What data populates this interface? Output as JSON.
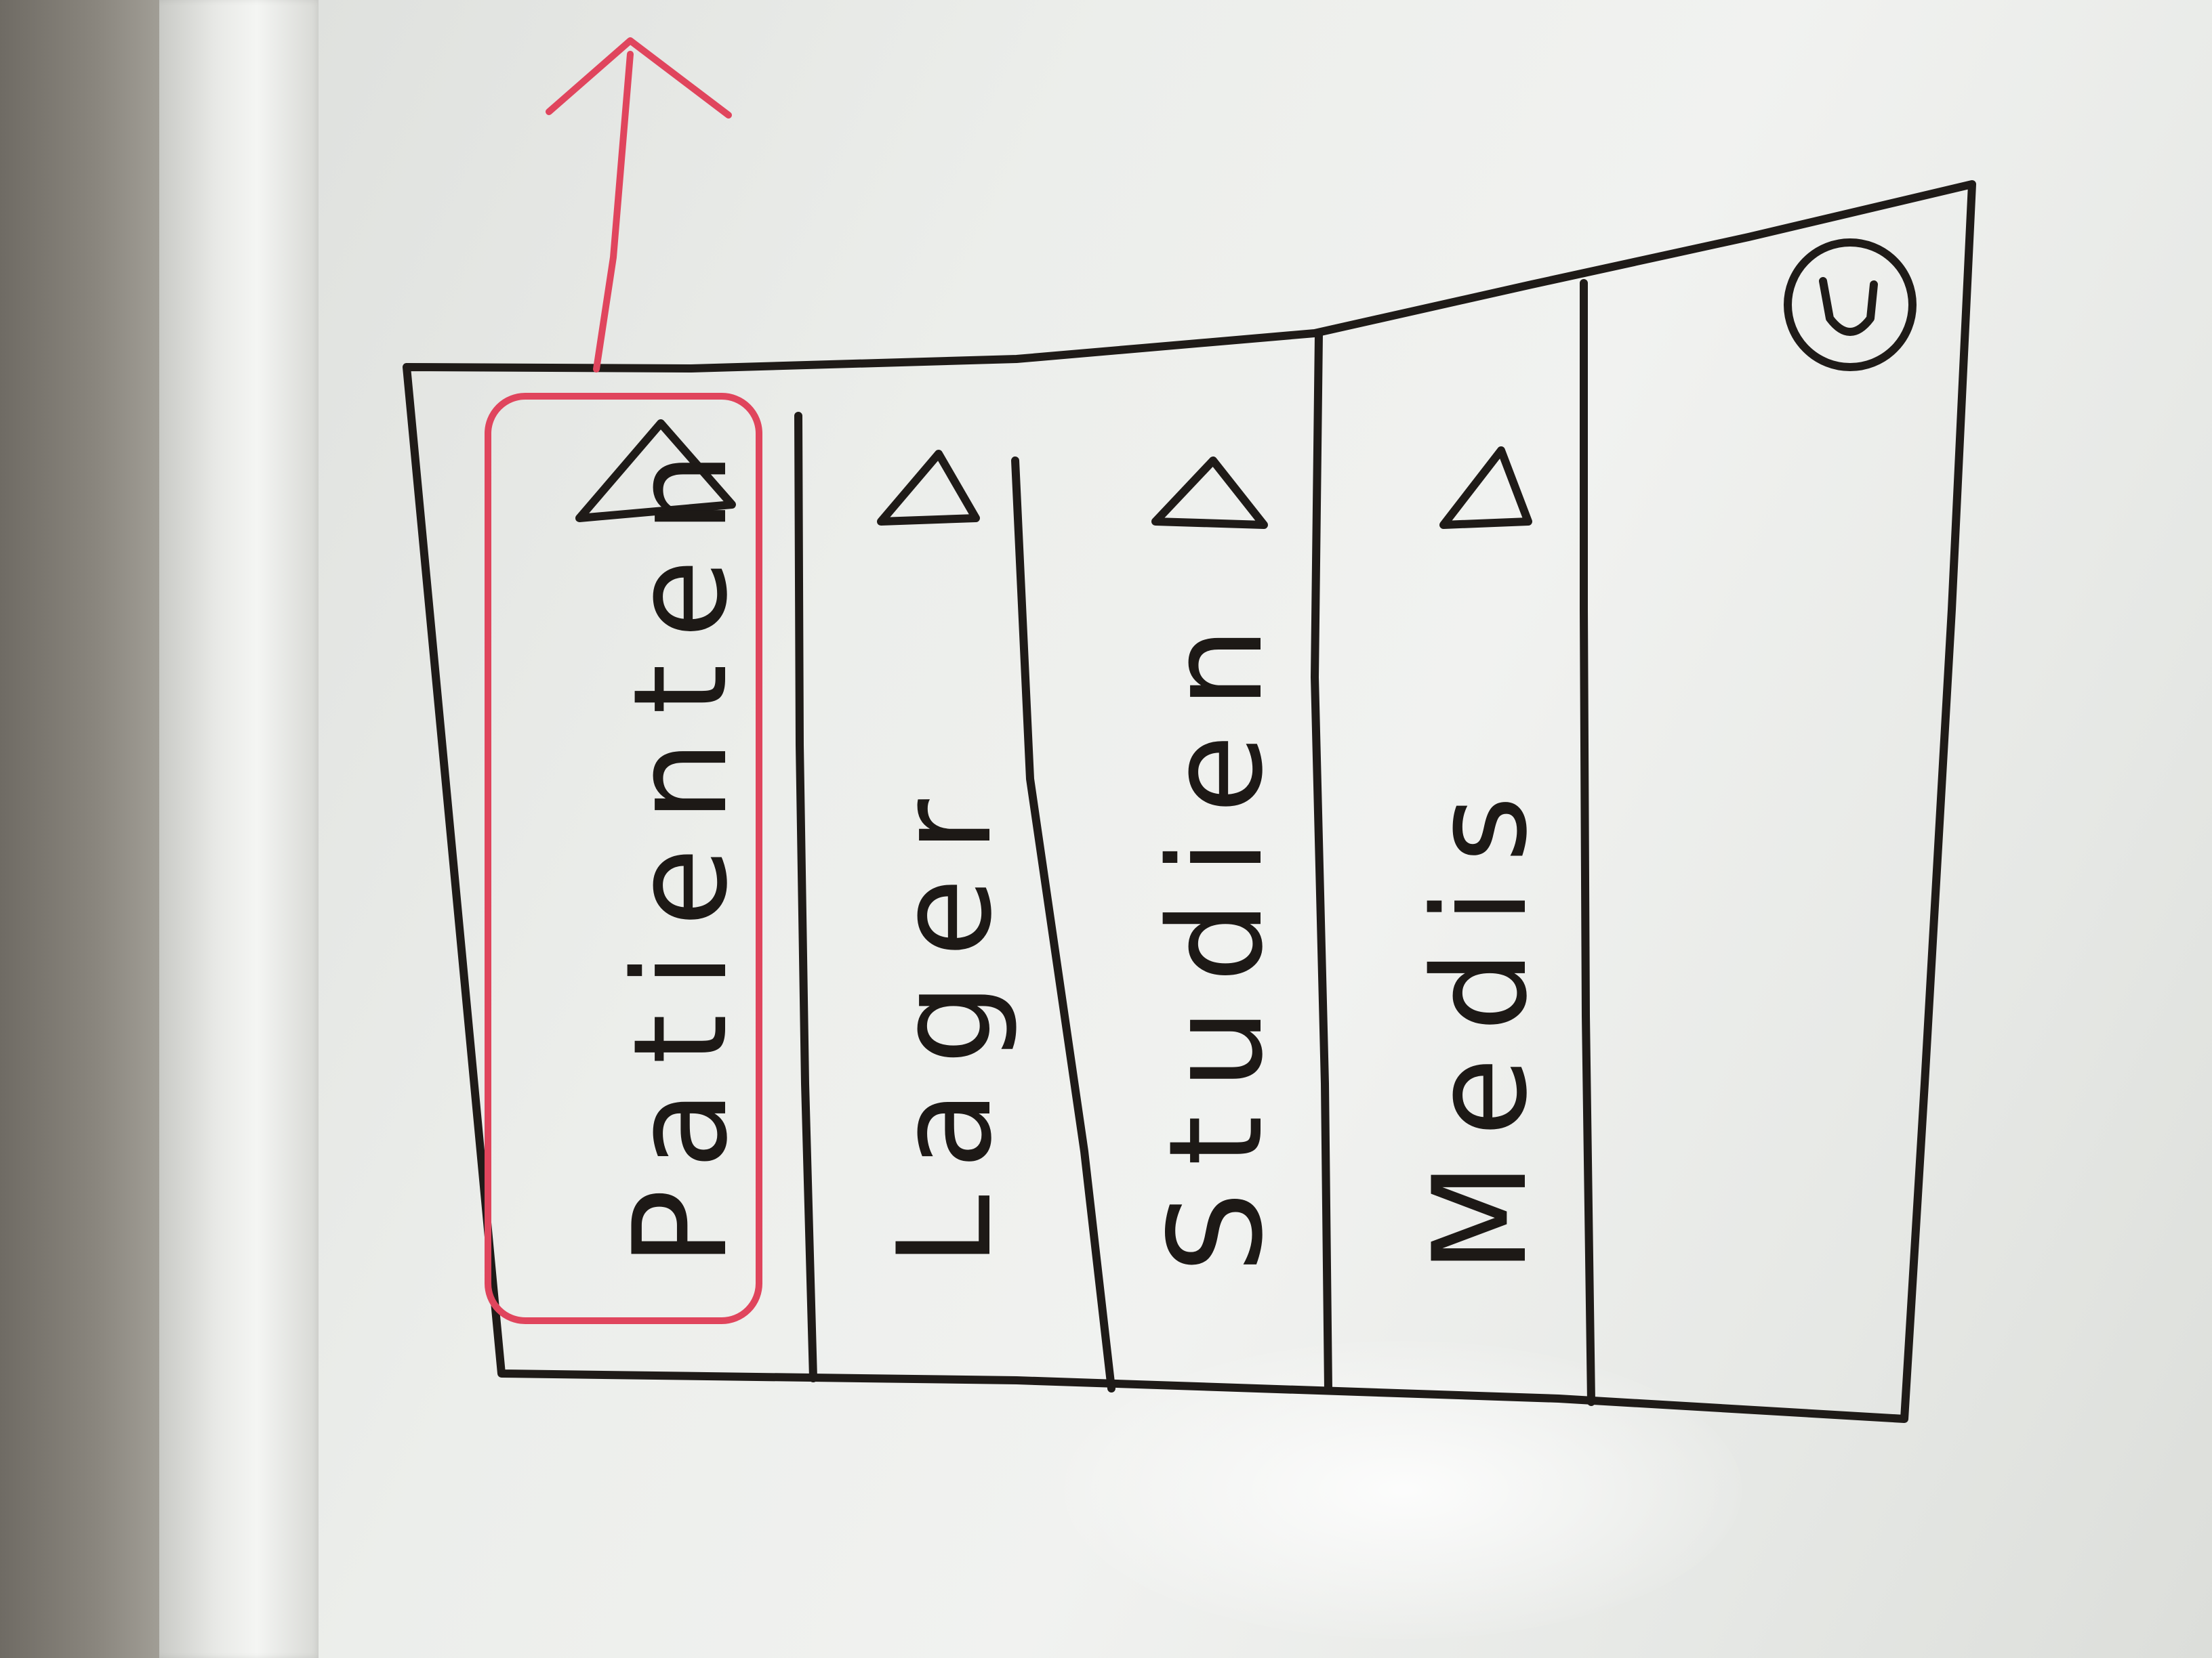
{
  "sketch": {
    "menu_items": [
      {
        "label": "Patienten",
        "highlighted": true
      },
      {
        "label": "Lager",
        "highlighted": false
      },
      {
        "label": "Studien",
        "highlighted": false
      },
      {
        "label": "Medis",
        "highlighted": false
      }
    ],
    "highlight_color": "#e0455d",
    "ink_color": "#1f1b18",
    "icons": [
      "triangle-icon",
      "circled-u-icon",
      "arrow-icon"
    ]
  }
}
